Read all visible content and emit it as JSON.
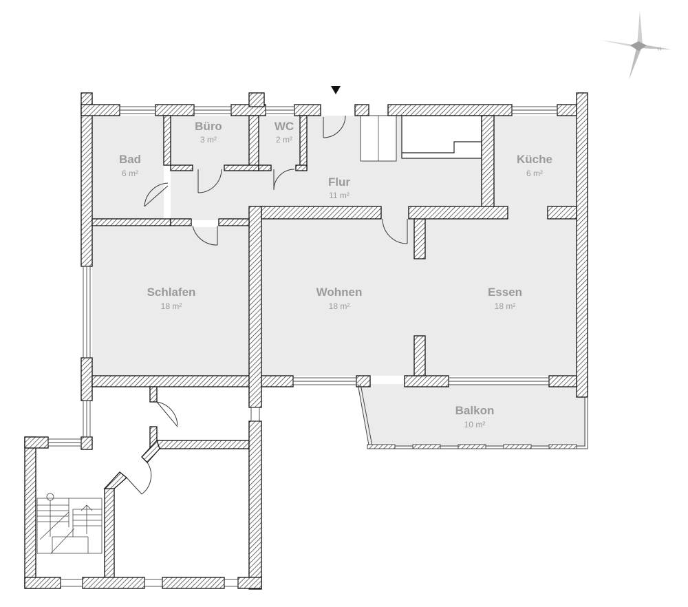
{
  "rooms": {
    "bad": {
      "name": "Bad",
      "area": "6 m²"
    },
    "buero": {
      "name": "Büro",
      "area": "3 m²"
    },
    "wc": {
      "name": "WC",
      "area": "2 m²"
    },
    "flur": {
      "name": "Flur",
      "area": "11 m²"
    },
    "kueche": {
      "name": "Küche",
      "area": "6 m²"
    },
    "schlafen": {
      "name": "Schlafen",
      "area": "18 m²"
    },
    "wohnen": {
      "name": "Wohnen",
      "area": "18 m²"
    },
    "essen": {
      "name": "Essen",
      "area": "18 m²"
    },
    "balkon": {
      "name": "Balkon",
      "area": "10 m²"
    }
  },
  "compass": {
    "letter": "N"
  },
  "colors": {
    "floor": "#ebebeb",
    "wall": "#1a1a1a",
    "hatch": "#444444",
    "label": "#9a9a9a"
  },
  "icons": {
    "entrance": "entrance-triangle-icon",
    "compass": "compass-rose-icon"
  }
}
